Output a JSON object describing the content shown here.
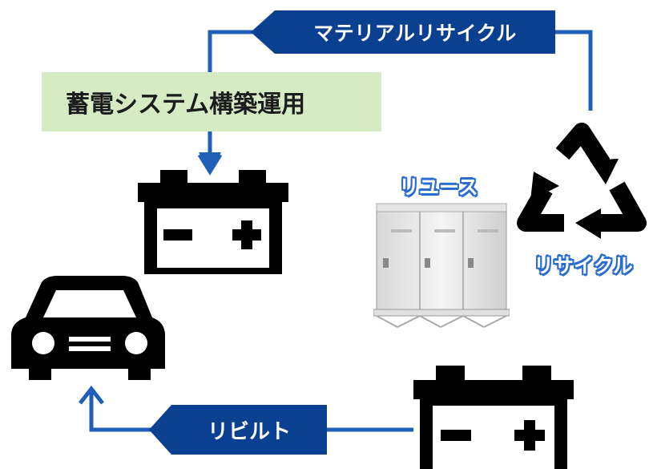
{
  "top_fragment": "",
  "tags": {
    "material_recycle": "マテリアルリサイクル",
    "rebuild": "リビルト"
  },
  "storage_box": {
    "label": "蓄電システム構築運用"
  },
  "labels": {
    "reuse": "リユース",
    "recycle": "リサイクル"
  },
  "icons": {
    "battery_top": "battery-icon",
    "battery_bottom": "battery-icon",
    "car": "car-icon",
    "recycle": "recycle-icon",
    "storage_cabinet": "storage-cabinet-icon"
  },
  "colors": {
    "navy": "#0b3f8f",
    "line_blue": "#1f5fb8",
    "green_box": "#d6ebc4",
    "label_outline": "#2a6ccf",
    "icon_black": "#000000"
  }
}
